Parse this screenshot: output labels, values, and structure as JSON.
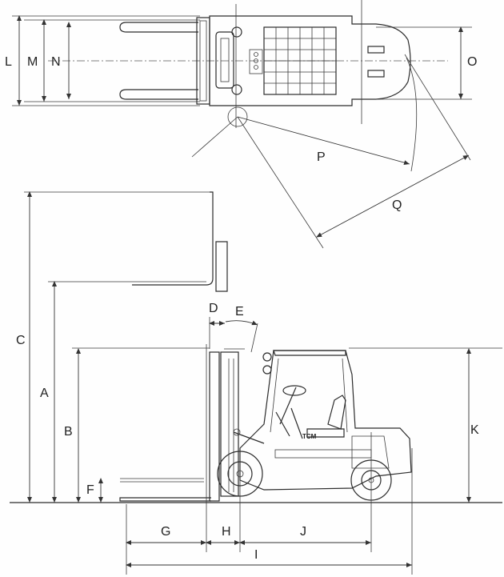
{
  "diagram": {
    "dimension_labels": {
      "A": "A",
      "B": "B",
      "C": "C",
      "D": "D",
      "E": "E",
      "F": "F",
      "G": "G",
      "H": "H",
      "I": "I",
      "J": "J",
      "K": "K",
      "L": "L",
      "M": "M",
      "N": "N",
      "O": "O",
      "P": "P",
      "Q": "Q"
    },
    "brand_text": "TCM"
  }
}
